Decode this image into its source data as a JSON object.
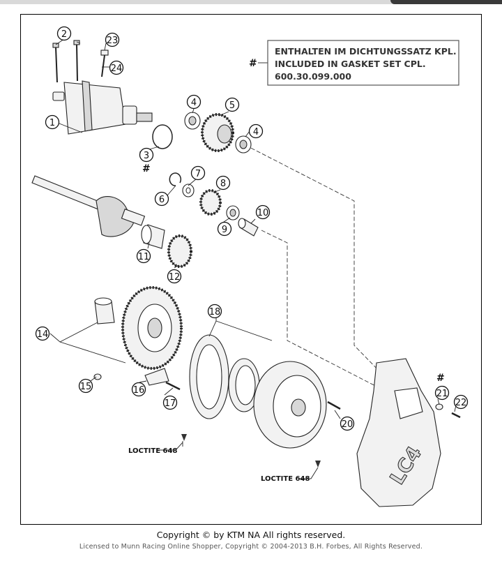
{
  "callouts": [
    "1",
    "2",
    "3",
    "4",
    "4",
    "5",
    "6",
    "7",
    "8",
    "9",
    "10",
    "11",
    "12",
    "14",
    "15",
    "16",
    "17",
    "18",
    "20",
    "21",
    "22",
    "23",
    "24"
  ],
  "markers": {
    "hash": "#"
  },
  "gasket_note": {
    "line1": "ENTHALTEN IM DICHTUNGSSATZ KPL.",
    "line2": "INCLUDED IN GASKET SET CPL.",
    "line3": "600.30.099.000"
  },
  "loctite_labels": [
    "LOCTITE 648",
    "LOCTITE 648"
  ],
  "cover_logo_text": "LC4",
  "footer": {
    "copyright": "Copyright © by KTM NA All rights reserved.",
    "license": "Licensed to Munn Racing Online Shopper, Copyright © 2004-2013 B.H. Forbes, All Rights Reserved."
  }
}
